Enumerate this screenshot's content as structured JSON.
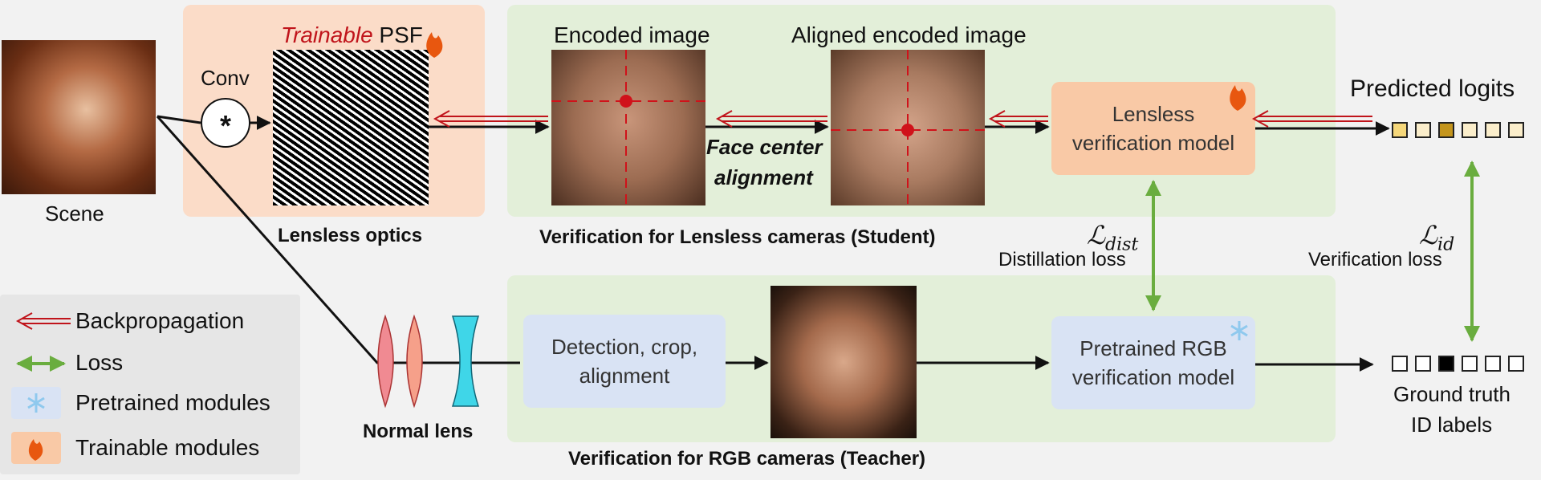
{
  "scene_label": "Scene",
  "conv_label": "Conv",
  "conv_symbol": "*",
  "psf_title_italic": "Trainable",
  "psf_title_rest": " PSF",
  "lensless_optics_label": "Lensless optics",
  "encoded_image_label": "Encoded image",
  "aligned_encoded_image_label": "Aligned encoded image",
  "face_center_alignment": [
    "Face center",
    "alignment"
  ],
  "lensless_model_lines": [
    "Lensless",
    "verification model"
  ],
  "student_panel_label": "Verification for Lensless cameras (Student)",
  "predicted_logits_label": "Predicted logits",
  "dist_loss_symbol": "ℒ",
  "dist_loss_sub": "dist",
  "dist_loss_label": "Distillation loss",
  "id_loss_symbol": "ℒ",
  "id_loss_sub": "id",
  "id_loss_label": "Verification loss",
  "normal_lens_label": "Normal lens",
  "detection_lines": [
    "Detection, crop,",
    "alignment"
  ],
  "pretrained_model_lines": [
    "Pretrained RGB",
    "verification model"
  ],
  "teacher_panel_label": "Verification for RGB cameras (Teacher)",
  "ground_truth_lines": [
    "Ground truth",
    "ID labels"
  ],
  "legend": {
    "backprop": "Backpropagation",
    "loss": "Loss",
    "pretrained": "Pretrained modules",
    "trainable": "Trainable modules"
  },
  "predicted_logits_shades": [
    "#f5d77a",
    "#fbeecb",
    "#c4951c",
    "#fbeecb",
    "#fbeecb",
    "#fbeecb"
  ],
  "ground_truth_shades": [
    "#ffffff",
    "#ffffff",
    "#000000",
    "#ffffff",
    "#ffffff",
    "#ffffff"
  ],
  "colors": {
    "trainable_bg": "#fbdcc8",
    "student_bg": "#e3efd9",
    "module_trainable": "#f9c9a6",
    "module_pretrained": "#d9e3f4",
    "backprop_red": "#c0141b",
    "loss_green": "#6aad3f",
    "fire": "#e8570f",
    "snow": "#8fc9ee"
  },
  "icons": {
    "fire": "fire-icon",
    "snowflake": "snowflake-icon"
  }
}
